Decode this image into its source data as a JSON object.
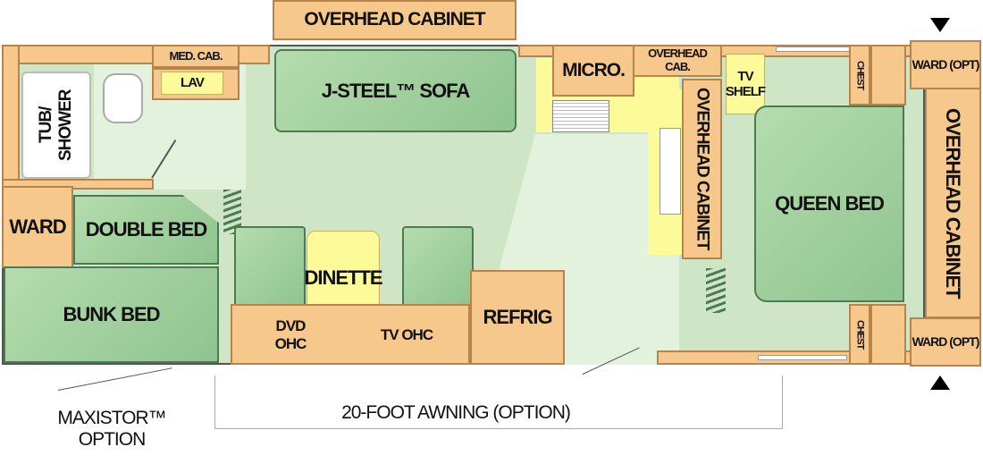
{
  "labels": {
    "overhead_cabinet_top": "OVERHEAD CABINET",
    "med_cab": "MED. CAB.",
    "lav": "LAV",
    "tub_shower": "TUB/ SHOWER",
    "sofa": "J-STEEL™ SOFA",
    "micro": "MICRO.",
    "overhead_cab_small": "OVERHEAD CAB.",
    "overhead_cabinet_kitchen": "OVERHEAD CABINET",
    "tv_shelf": "TV SHELF",
    "chest_top": "CHEST",
    "chest_bottom": "CHEST",
    "ward_opt_top": "WARD (OPT)",
    "ward_opt_bottom": "WARD (OPT)",
    "overhead_cabinet_right": "OVERHEAD CABINET",
    "queen_bed": "QUEEN BED",
    "ward": "WARD",
    "double_bed": "DOUBLE BED",
    "bunk_bed": "BUNK BED",
    "dinette": "DINETTE",
    "dvd_ohc": "DVD OHC",
    "tv_ohc": "TV OHC",
    "refrig": "REFRIG",
    "awning": "20-FOOT AWNING (OPTION)",
    "maxistor": "MAXISTOR™ OPTION"
  },
  "colors": {
    "cabinet": "#f6c88c",
    "bed": "#9fcf9f",
    "floor": "#cfe6c6",
    "counter": "#fdfa9a"
  }
}
